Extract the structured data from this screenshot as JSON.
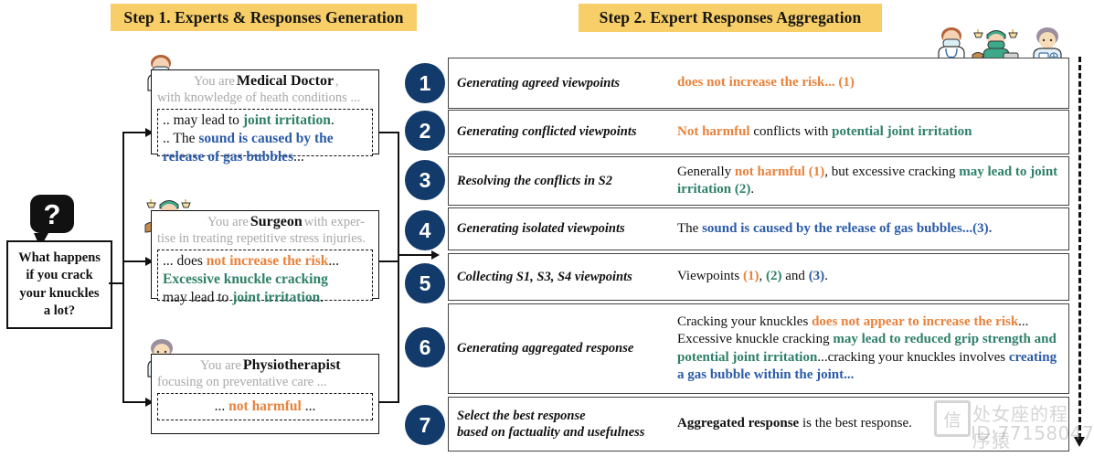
{
  "steps": {
    "step1_title": "Step 1. Experts & Responses Generation",
    "step2_title": "Step 2. Expert Responses Aggregation"
  },
  "question": {
    "icon": "question-mark",
    "bubble_text": "?",
    "line1": "What happens",
    "line2": "if you crack",
    "line3": "your knuckles",
    "line4": "a lot?"
  },
  "experts": [
    {
      "avatar": "medical-doctor-avatar",
      "prefix": "You are",
      "role": "Medical Doctor",
      "suffix": ",",
      "desc": "with knowledge of heath conditions ...",
      "response_parts": [
        {
          "text": ".. may lead to ",
          "style": "plain"
        },
        {
          "text": "joint irritation",
          "style": "green"
        },
        {
          "text": ".",
          "style": "plain"
        },
        {
          "text": "\n",
          "style": "br"
        },
        {
          "text": ".. The ",
          "style": "plain"
        },
        {
          "text": "sound is caused by the release of gas bubbles",
          "style": "blue"
        },
        {
          "text": "...",
          "style": "plain"
        }
      ]
    },
    {
      "avatar": "surgeon-avatar",
      "prefix": "You are",
      "role": "Surgeon",
      "suffix": "with exper-",
      "desc": "tise in treating repetitive stress injuries.",
      "response_parts": [
        {
          "text": "... does ",
          "style": "plain"
        },
        {
          "text": "not increase the risk",
          "style": "orange"
        },
        {
          "text": "...",
          "style": "plain"
        },
        {
          "text": "\n",
          "style": "br"
        },
        {
          "text": "Excessive knuckle cracking",
          "style": "green"
        },
        {
          "text": "\n",
          "style": "br"
        },
        {
          "text": "may lead to ",
          "style": "plain"
        },
        {
          "text": "joint irritation",
          "style": "green"
        },
        {
          "text": ".",
          "style": "plain"
        }
      ]
    },
    {
      "avatar": "physiotherapist-avatar",
      "prefix": "You are",
      "role": "Physiotherapist",
      "suffix": "",
      "desc": "focusing on preventative care ...",
      "response_parts": [
        {
          "text": "... ",
          "style": "plain"
        },
        {
          "text": "not harmful",
          "style": "orange"
        },
        {
          "text": " ...",
          "style": "plain"
        }
      ]
    }
  ],
  "aggregation_rows": [
    {
      "number": "1",
      "label": "Generating agreed viewpoints",
      "content_parts": [
        {
          "text": "does not increase the risk... (1)",
          "style": "orange"
        }
      ]
    },
    {
      "number": "2",
      "label": "Generating conflicted viewpoints",
      "content_parts": [
        {
          "text": "Not harmful",
          "style": "orange"
        },
        {
          "text": " conflicts with ",
          "style": "plain"
        },
        {
          "text": "potential joint irritation",
          "style": "green"
        }
      ]
    },
    {
      "number": "3",
      "label": "Resolving the conflicts in S2",
      "content_parts": [
        {
          "text": "Generally ",
          "style": "plain"
        },
        {
          "text": "not harmful (1)",
          "style": "orange"
        },
        {
          "text": ", but excessive cracking ",
          "style": "plain"
        },
        {
          "text": "may lead to joint irritation (2)",
          "style": "green"
        },
        {
          "text": ".",
          "style": "plain"
        }
      ]
    },
    {
      "number": "4",
      "label": "Generating isolated viewpoints",
      "content_parts": [
        {
          "text": "The ",
          "style": "plain"
        },
        {
          "text": "sound is caused by the release of gas bubbles...(3).",
          "style": "blue"
        }
      ]
    },
    {
      "number": "5",
      "label": "Collecting S1, S3, S4 viewpoints",
      "content_parts": [
        {
          "text": "Viewpoints ",
          "style": "plain"
        },
        {
          "text": "(1)",
          "style": "orange"
        },
        {
          "text": ", ",
          "style": "plain"
        },
        {
          "text": "(2)",
          "style": "green"
        },
        {
          "text": " and ",
          "style": "plain"
        },
        {
          "text": "(3)",
          "style": "blue"
        },
        {
          "text": ".",
          "style": "plain"
        }
      ]
    },
    {
      "number": "6",
      "label": "Generating aggregated response",
      "content_parts": [
        {
          "text": "Cracking your knuckles ",
          "style": "plain"
        },
        {
          "text": "does not appear to increase the risk",
          "style": "orange"
        },
        {
          "text": "... Excessive knuckle cracking ",
          "style": "plain"
        },
        {
          "text": "may lead to reduced grip strength and potential joint irritation",
          "style": "green"
        },
        {
          "text": "...cracking your knuckles involves ",
          "style": "plain"
        },
        {
          "text": "creating a gas bubble within the joint...",
          "style": "blue"
        }
      ]
    },
    {
      "number": "7",
      "label": "Select the best response\nbased on factuality and usefulness",
      "content_parts": [
        {
          "text": "Aggregated response",
          "style": "bold"
        },
        {
          "text": " is the best response.",
          "style": "plain"
        }
      ]
    }
  ],
  "top_avatars": [
    "medical-doctor-avatar",
    "surgeon-avatar",
    "physiotherapist-avatar"
  ],
  "watermark": {
    "text": "处女座的程序猿",
    "id": "ID:77158047"
  },
  "colors": {
    "banner": "#F7CE68",
    "circle": "#123A6B",
    "orange": "#E8823C",
    "green": "#2F8068",
    "blue": "#2B5BA8"
  }
}
